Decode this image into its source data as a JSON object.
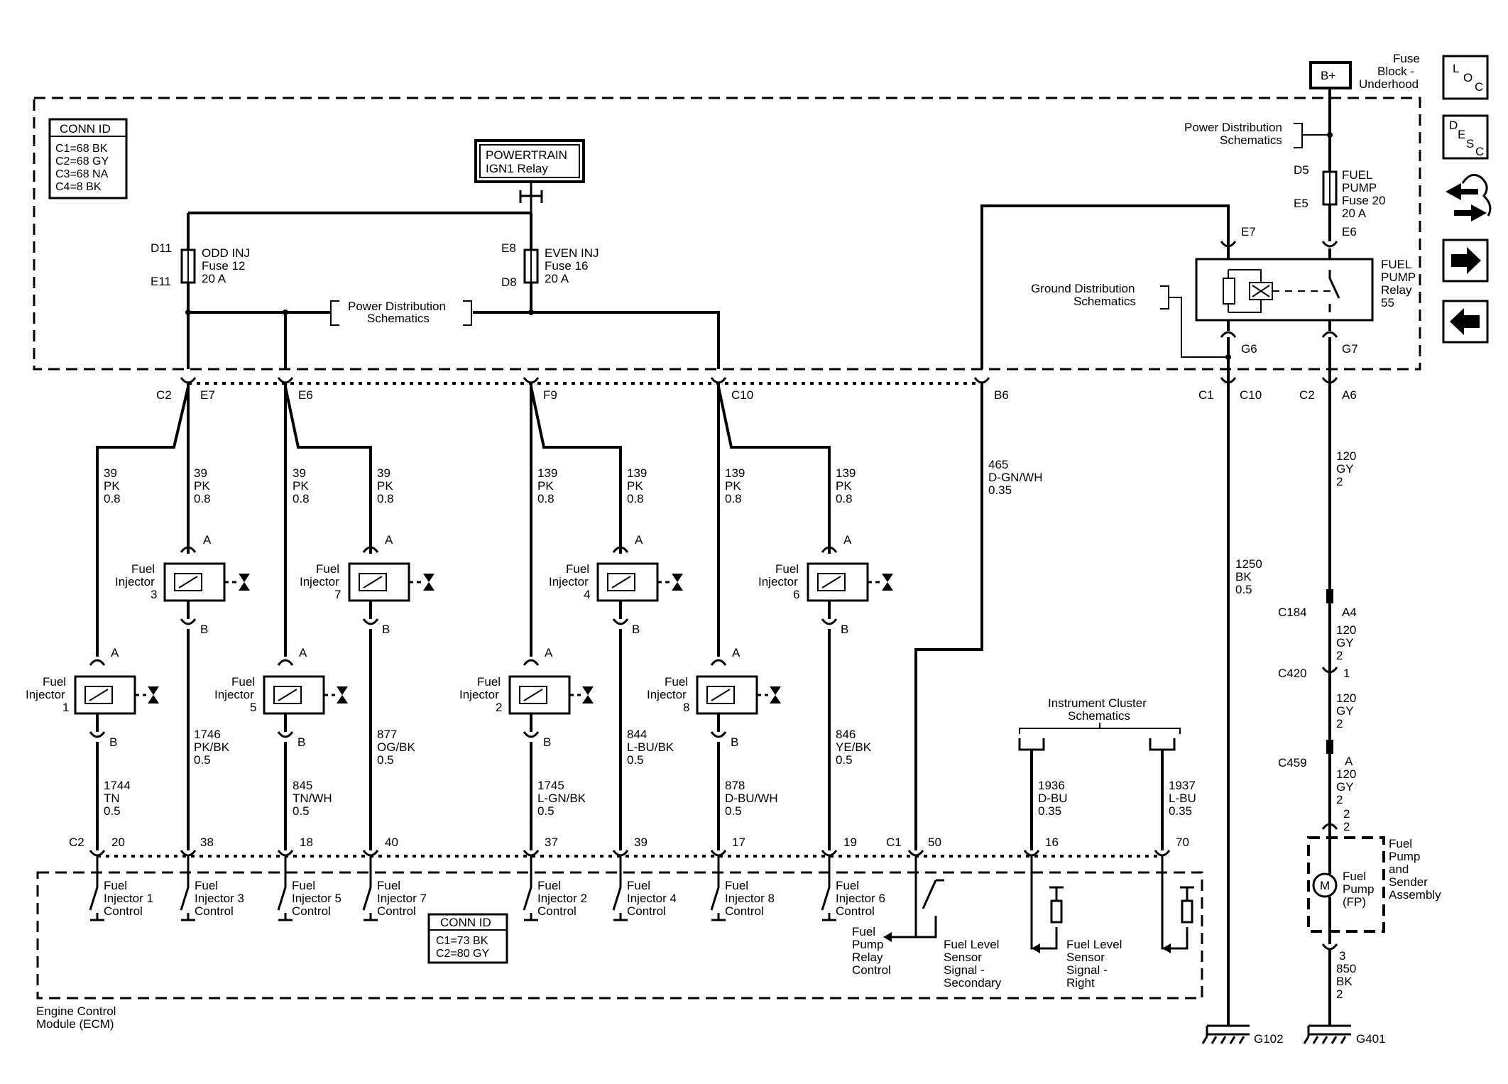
{
  "top_conn_id": {
    "title": "CONN ID",
    "lines": [
      "C1=68 BK",
      "C2=68 GY",
      "C3=68 NA",
      "C4=8 BK"
    ]
  },
  "ecm_conn_id": {
    "title": "CONN ID",
    "lines": [
      "C1=73 BK",
      "C2=80 GY"
    ]
  },
  "powertrain_relay": {
    "line1": "POWERTRAIN",
    "line2": "IGN1 Relay"
  },
  "fuses": {
    "odd": {
      "pin_top": "D11",
      "pin_bottom": "E11",
      "lines": [
        "ODD INJ",
        "Fuse 12",
        "20 A"
      ]
    },
    "even": {
      "pin_top": "E8",
      "pin_bottom": "D8",
      "lines": [
        "EVEN INJ",
        "Fuse 16",
        "20 A"
      ]
    },
    "pump": {
      "pin_top": "D5",
      "pin_bottom": "E5",
      "lines": [
        "FUEL",
        "PUMP",
        "Fuse 20",
        "20 A"
      ]
    }
  },
  "refs": {
    "power_dist_center": [
      "Power Distribution",
      "Schematics"
    ],
    "power_dist_right": [
      "Power Distribution",
      "Schematics"
    ],
    "ground_dist": [
      "Ground Distribution",
      "Schematics"
    ],
    "instrument_cluster": [
      "Instrument Cluster",
      "Schematics"
    ]
  },
  "fuse_block": {
    "batt": "B+",
    "lines": [
      "Fuse",
      "Block -",
      "Underhood"
    ]
  },
  "fuel_pump_relay": {
    "lines": [
      "FUEL",
      "PUMP",
      "Relay",
      "55"
    ],
    "pin_e7": "E7",
    "pin_e6": "E6",
    "pin_g6": "G6",
    "pin_g7": "G7"
  },
  "upper_connectors": {
    "c2": "C2",
    "e7": "E7",
    "e6": "E6",
    "f9": "F9",
    "c10": "C10",
    "b6": "B6",
    "c1_gnd": "C1",
    "c10_gnd": "C10",
    "c2_pump": "C2",
    "a6": "A6"
  },
  "wires_upper": [
    {
      "circuit": "39",
      "color": "PK",
      "gauge": "0.8"
    },
    {
      "circuit": "39",
      "color": "PK",
      "gauge": "0.8"
    },
    {
      "circuit": "39",
      "color": "PK",
      "gauge": "0.8"
    },
    {
      "circuit": "39",
      "color": "PK",
      "gauge": "0.8"
    },
    {
      "circuit": "139",
      "color": "PK",
      "gauge": "0.8"
    },
    {
      "circuit": "139",
      "color": "PK",
      "gauge": "0.8"
    },
    {
      "circuit": "139",
      "color": "PK",
      "gauge": "0.8"
    },
    {
      "circuit": "139",
      "color": "PK",
      "gauge": "0.8"
    }
  ],
  "injectors_upper": [
    {
      "label1": "Fuel",
      "label2": "Injector",
      "num": "3",
      "pin_a": "A",
      "pin_b": "B"
    },
    {
      "label1": "Fuel",
      "label2": "Injector",
      "num": "7",
      "pin_a": "A",
      "pin_b": "B"
    },
    {
      "label1": "Fuel",
      "label2": "Injector",
      "num": "4",
      "pin_a": "A",
      "pin_b": "B"
    },
    {
      "label1": "Fuel",
      "label2": "Injector",
      "num": "6",
      "pin_a": "A",
      "pin_b": "B"
    }
  ],
  "injectors_lower": [
    {
      "label1": "Fuel",
      "label2": "Injector",
      "num": "1",
      "pin_a": "A",
      "pin_b": "B"
    },
    {
      "label1": "Fuel",
      "label2": "Injector",
      "num": "5",
      "pin_a": "A",
      "pin_b": "B"
    },
    {
      "label1": "Fuel",
      "label2": "Injector",
      "num": "2",
      "pin_a": "A",
      "pin_b": "B"
    },
    {
      "label1": "Fuel",
      "label2": "Injector",
      "num": "8",
      "pin_a": "A",
      "pin_b": "B"
    }
  ],
  "wires_lower": [
    {
      "circuit": "1744",
      "color": "TN",
      "gauge": "0.5"
    },
    {
      "circuit": "1746",
      "color": "PK/BK",
      "gauge": "0.5"
    },
    {
      "circuit": "845",
      "color": "TN/WH",
      "gauge": "0.5"
    },
    {
      "circuit": "877",
      "color": "OG/BK",
      "gauge": "0.5"
    },
    {
      "circuit": "1745",
      "color": "L-GN/BK",
      "gauge": "0.5"
    },
    {
      "circuit": "844",
      "color": "L-BU/BK",
      "gauge": "0.5"
    },
    {
      "circuit": "878",
      "color": "D-BU/WH",
      "gauge": "0.5"
    },
    {
      "circuit": "846",
      "color": "YE/BK",
      "gauge": "0.5"
    }
  ],
  "wire_465": {
    "circuit": "465",
    "color": "D-GN/WH",
    "gauge": "0.35"
  },
  "wire_1250": {
    "circuit": "1250",
    "color": "BK",
    "gauge": "0.5"
  },
  "wire_1936": {
    "circuit": "1936",
    "color": "D-BU",
    "gauge": "0.35"
  },
  "wire_1937": {
    "circuit": "1937",
    "color": "L-BU",
    "gauge": "0.35"
  },
  "pump_wire_segments": [
    {
      "circuit": "120",
      "color": "GY",
      "gauge": "2"
    },
    {
      "circuit": "120",
      "color": "GY",
      "gauge": "2"
    },
    {
      "circuit": "120",
      "color": "GY",
      "gauge": "2"
    },
    {
      "circuit": "120",
      "color": "GY",
      "gauge": "2"
    },
    {
      "circuit": "850",
      "color": "BK",
      "gauge": "2"
    }
  ],
  "pump_connectors": {
    "c184": "C184",
    "a4": "A4",
    "c420": "C420",
    "p1": "1",
    "c459": "C459",
    "pa": "A",
    "p2a": "2",
    "p2b": "2",
    "p3": "3"
  },
  "ecm_connectors": {
    "c2": "C2",
    "pins_c2": [
      "20",
      "38",
      "18",
      "40",
      "37",
      "39",
      "17",
      "19"
    ],
    "c1": "C1",
    "pins_c1": [
      "50",
      "16",
      "70"
    ]
  },
  "ecm_controls": [
    [
      "Fuel",
      "Injector 1",
      "Control"
    ],
    [
      "Fuel",
      "Injector 3",
      "Control"
    ],
    [
      "Fuel",
      "Injector 5",
      "Control"
    ],
    [
      "Fuel",
      "Injector 7",
      "Control"
    ],
    [
      "Fuel",
      "Injector 2",
      "Control"
    ],
    [
      "Fuel",
      "Injector 4",
      "Control"
    ],
    [
      "Fuel",
      "Injector 8",
      "Control"
    ],
    [
      "Fuel",
      "Injector 6",
      "Control"
    ]
  ],
  "ecm_signals": {
    "pump_relay": [
      "Fuel",
      "Pump",
      "Relay",
      "Control"
    ],
    "level_secondary": [
      "Fuel Level",
      "Sensor",
      "Signal -",
      "Secondary"
    ],
    "level_right": [
      "Fuel Level",
      "Sensor",
      "Signal -",
      "Right"
    ]
  },
  "ecm_label": [
    "Engine Control",
    "Module (ECM)"
  ],
  "fuel_pump_assembly": {
    "motor": "M",
    "label": [
      "Fuel",
      "Pump",
      "(FP)"
    ],
    "assembly": [
      "Fuel",
      "Pump",
      "and",
      "Sender",
      "Assembly"
    ]
  },
  "grounds": {
    "g102": "G102",
    "g401": "G401"
  },
  "nav": {
    "loc": [
      "L",
      "O",
      "C"
    ],
    "desc": [
      "D",
      "E",
      "S",
      "C"
    ]
  }
}
